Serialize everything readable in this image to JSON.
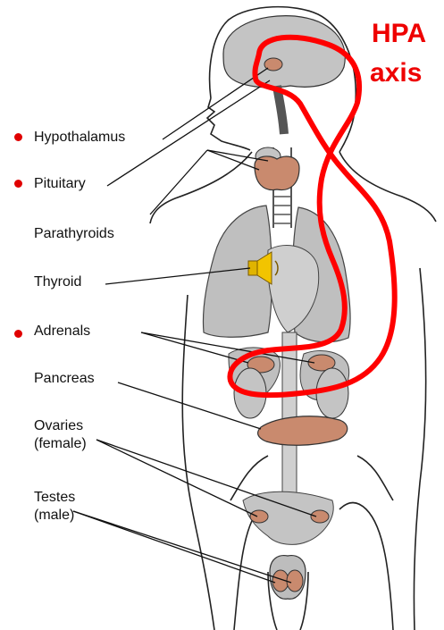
{
  "title": {
    "line1": "HPA",
    "line2": "axis",
    "color": "#ee0000"
  },
  "labels": [
    {
      "text": "Hypothalamus",
      "highlighted": true
    },
    {
      "text": "Pituitary",
      "highlighted": true
    },
    {
      "text": "Parathyroids",
      "highlighted": false
    },
    {
      "text": "Thyroid",
      "highlighted": false
    },
    {
      "text": "Adrenals",
      "highlighted": true
    },
    {
      "text": "Pancreas",
      "highlighted": false
    },
    {
      "text": "Ovaries",
      "highlighted": false
    },
    {
      "text": "(female)",
      "highlighted": false
    },
    {
      "text": "Testes",
      "highlighted": false
    },
    {
      "text": "(male)",
      "highlighted": false
    }
  ],
  "colors": {
    "highlight_dot": "#e00000",
    "organ_fill": "#bfbfbf",
    "gland_fill": "#c98a6e",
    "axis_loop": "#ff0000"
  },
  "icons": {
    "thyroid": "speaker-icon"
  }
}
